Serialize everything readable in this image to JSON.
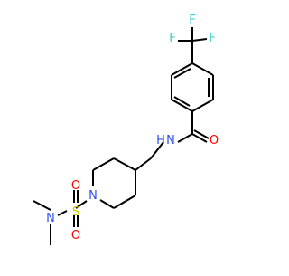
{
  "molecule": {
    "atoms": {
      "F1": "F",
      "F2": "F",
      "F3": "F",
      "O_amide": "O",
      "N_amide": "N",
      "H_amide": "H",
      "N_ring": "N",
      "S": "S",
      "O_s1": "O",
      "O_s2": "O",
      "N_dimethyl": "N"
    }
  },
  "colors": {
    "bond": "#000000",
    "fluorine": "#33CCCC",
    "oxygen": "#FF0000",
    "nitrogen": "#3050F8",
    "sulfur": "#CCCC00"
  }
}
